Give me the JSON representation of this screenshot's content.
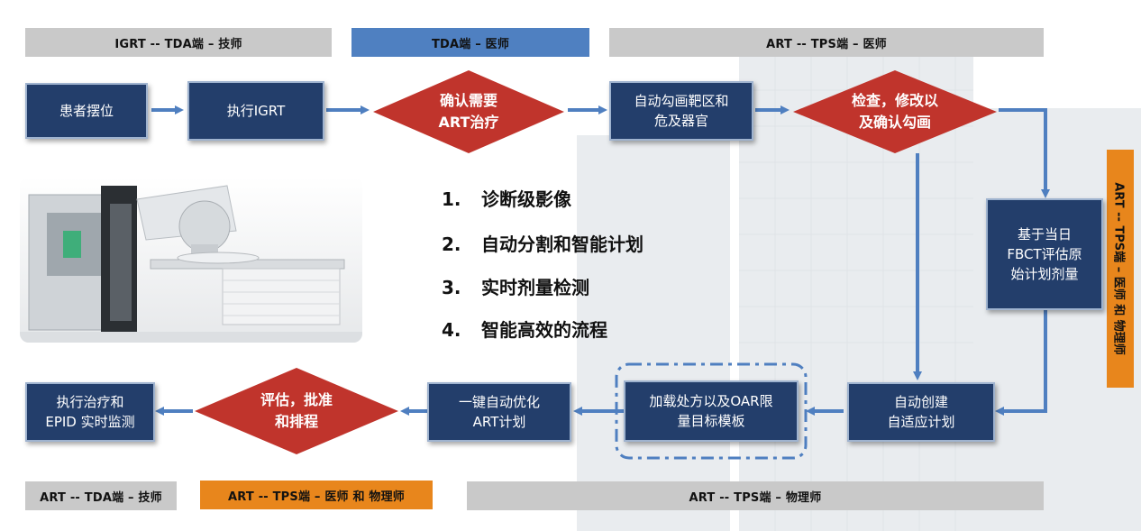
{
  "headers": {
    "top_left": "IGRT -- TDA端 – 技师",
    "top_mid": "TDA端 – 医师",
    "top_right": "ART -- TPS端 – 医师",
    "bottom_left": "ART -- TDA端 – 技师",
    "bottom_mid": "ART -- TPS端 – 医师 和 物理师",
    "bottom_right": "ART -- TPS端 – 物理师",
    "right_vertical": "ART -- TPS端 – 医师 和 物理师"
  },
  "steps": {
    "positioning": "患者摆位",
    "exec_igrt": "执行IGRT",
    "confirm_art": "确认需要\nART治疗",
    "auto_contour": "自动勾画靶区和\n危及器官",
    "check_contour": "检查，修改以\n及确认勾画",
    "evaluate_dose": "基于当日\nFBCT评估原\n始计划剂量",
    "auto_adaptive": "自动创建\n自适应计划",
    "load_template": "加载处方以及OAR限\n量目标模板",
    "one_click_opt": "一键自动优化\nART计划",
    "review_approve": "评估，批准\n和排程",
    "exec_treatment": "执行治疗和\nEPID 实时监测"
  },
  "features": [
    {
      "num": "1.",
      "text": "诊断级影像"
    },
    {
      "num": "2.",
      "text": "自动分割和智能计划"
    },
    {
      "num": "3.",
      "text": "实时剂量检测"
    },
    {
      "num": "4.",
      "text": "智能高效的流程"
    }
  ],
  "colors": {
    "box_fill": "#233e6b",
    "diamond_fill": "#c0342c",
    "arrow": "#4f7fc0",
    "orange": "#e8861c",
    "gray": "#c9c9c9"
  }
}
